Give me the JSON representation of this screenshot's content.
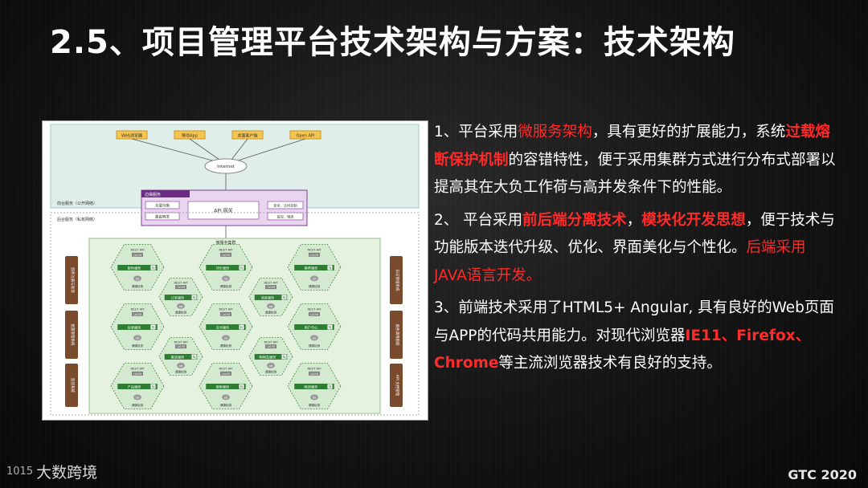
{
  "slide": {
    "title": "2.5、项目管理平台技术架构与方案：技术架构",
    "points": [
      {
        "a": "1、平台采用",
        "b": "微服务架构",
        "c": "，具有更好的扩展能力，系统",
        "d": "过载熔断保护机制",
        "e": "的容错特性，便于采用集群方式进行分布式部署以提高其在大负工作荷与高并发条件下的性能。"
      },
      {
        "a": "2、 平台采用",
        "b": "前后端分离技术",
        "c": "，",
        "d": "模块化开发思想",
        "e": "，便于技术与功能版本迭代升级、优化、界面美化与个性化。",
        "f": "后端采用JAVA语言开发。"
      },
      {
        "a": "3、前端技术采用了HTML5+ Angular, 具有良好的Web页面与APP的代码共用能力。对现代浏览器",
        "b": "IE11、Firefox、Chrome",
        "c": "等主流浏览器技术有良好的支持。"
      }
    ],
    "logo_text": "大数跨境",
    "logo_mark": "1015",
    "event": "GTC 2020",
    "colors": {
      "accent_red": "#ff2a2a",
      "background": "#141414",
      "diagram_green": "#2e7d32"
    }
  },
  "diagram": {
    "clients": [
      "Web浏览器",
      "移动App",
      "桌面客户端",
      "Open API"
    ],
    "internet": "Internet",
    "zone_public": "前台服务（公开网络）",
    "zone_private": "后台服务（私有网络）",
    "edge_title": "边缘服务",
    "edge_left": [
      "负载均衡",
      "路由转发"
    ],
    "api_gateway": "API 网关",
    "edge_right": [
      "安全、访问控制",
      "监控、限流"
    ],
    "cluster_title": "微服务集群",
    "rest": "REST API",
    "cache": "CACHE",
    "db": "DB",
    "health": "健康检测",
    "services": [
      "邮件服务",
      "评价服务",
      "推荐服务",
      "目录服务",
      "支付服务",
      "用户中心",
      "产品服务",
      "搜索服务",
      "物流服务",
      "订单服务",
      "消息服务",
      "推送服务",
      "购物车服务"
    ],
    "left_systems": [
      "服务注册与发现",
      "配置管理系统",
      "监控系统"
    ],
    "right_systems": [
      "日志管理系统",
      "服务调用跟踪",
      "API 文档管理"
    ]
  }
}
